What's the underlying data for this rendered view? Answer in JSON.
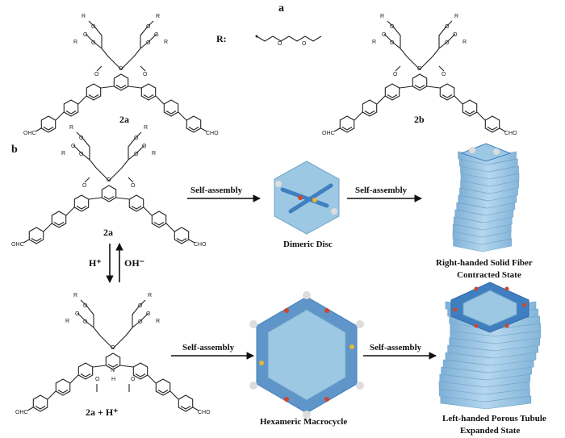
{
  "panel_a": {
    "label": "a",
    "compound_left": "2a",
    "compound_right": "2b",
    "r_label": "R:",
    "o_atom": "O"
  },
  "panel_b": {
    "label": "b",
    "top_compound": "2a",
    "bottom_compound": "2a + H⁺",
    "acid_label": "H⁺",
    "base_label": "OH⁻",
    "arrows": [
      "Self-assembly",
      "Self-assembly",
      "Self-assembly",
      "Self-assembly"
    ],
    "dimeric_disc": "Dimeric Disc",
    "solid_fiber": [
      "Right-handed Solid Fiber",
      "Contracted State"
    ],
    "macrocycle": "Hexameric Macrocycle",
    "porous_tubule": [
      "Left-handed Porous Tubule",
      "Expanded State"
    ]
  },
  "atoms": {
    "ohc": "OHC",
    "cho": "CHO",
    "o": "O",
    "r": "R",
    "n": "N",
    "h": "H"
  },
  "colors": {
    "assembly_blue": "#9cc8e4",
    "assembly_edge": "#6fa3c8",
    "pi_blue": "#3f7fc0",
    "accent_red": "#d0452e",
    "accent_yellow": "#e8b830"
  }
}
